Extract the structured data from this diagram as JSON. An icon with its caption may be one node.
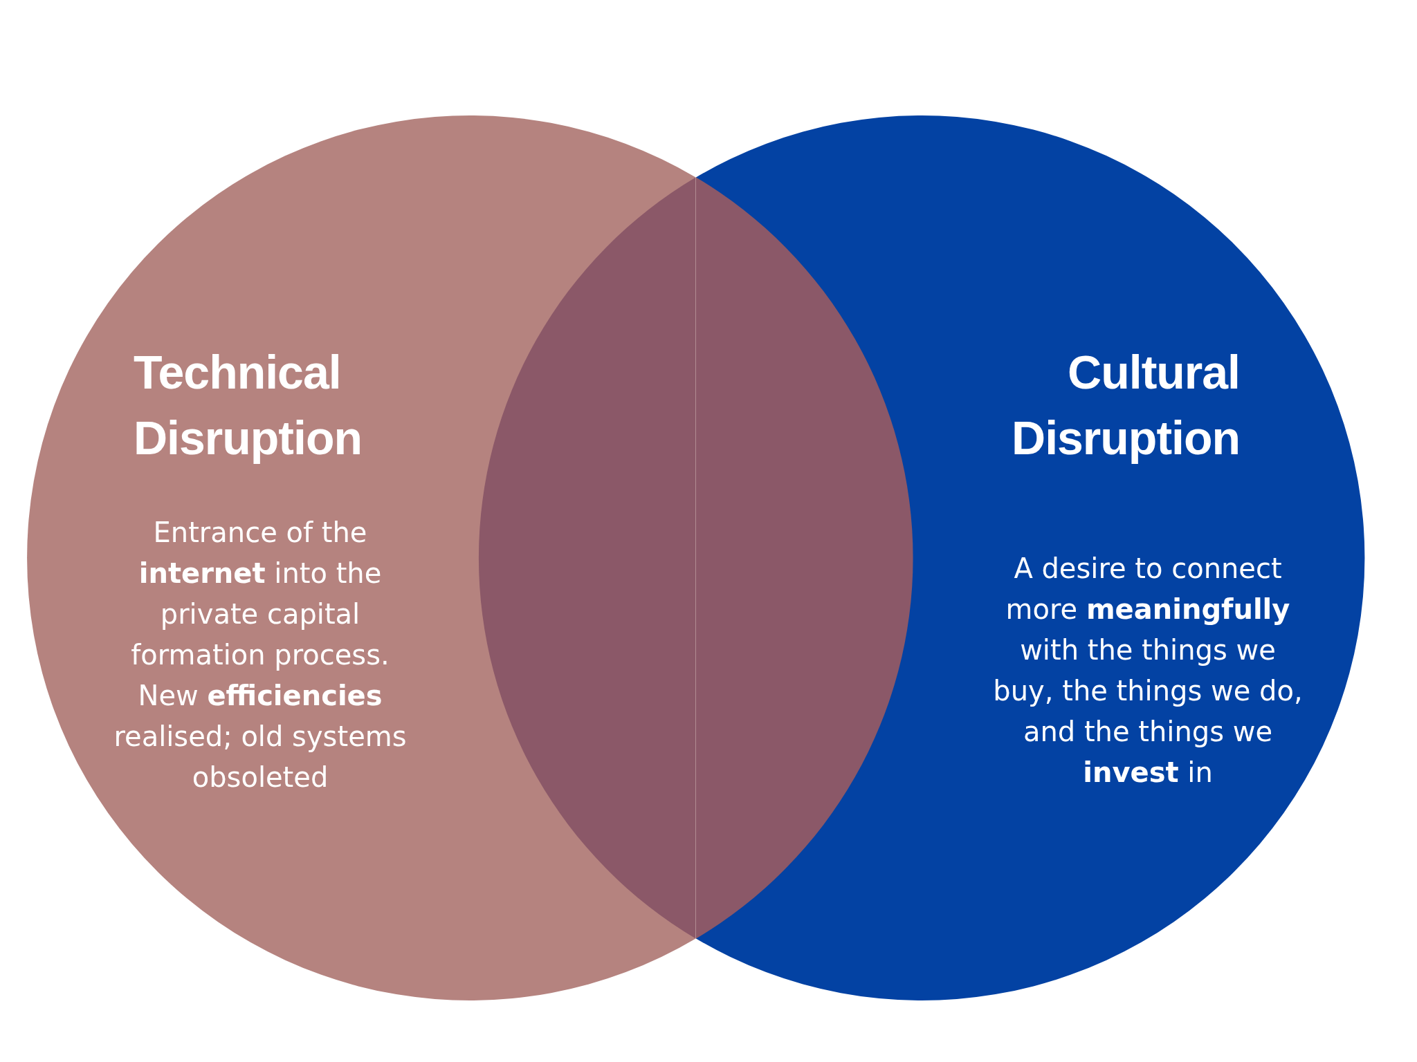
{
  "diagram": {
    "nodes": [
      {
        "text": [
          "Technical Disruption",
          "Entrance of the **internet** into the private capital formation process. New **efficiencies** realised; old systems obsoleted"
        ]
      },
      {
        "text": [
          "Cultural Disruption",
          "A desire to connect more **meaningfully** with the things we buy, the things we do, and the things we **invest** in"
        ]
      }
    ]
  }
}
